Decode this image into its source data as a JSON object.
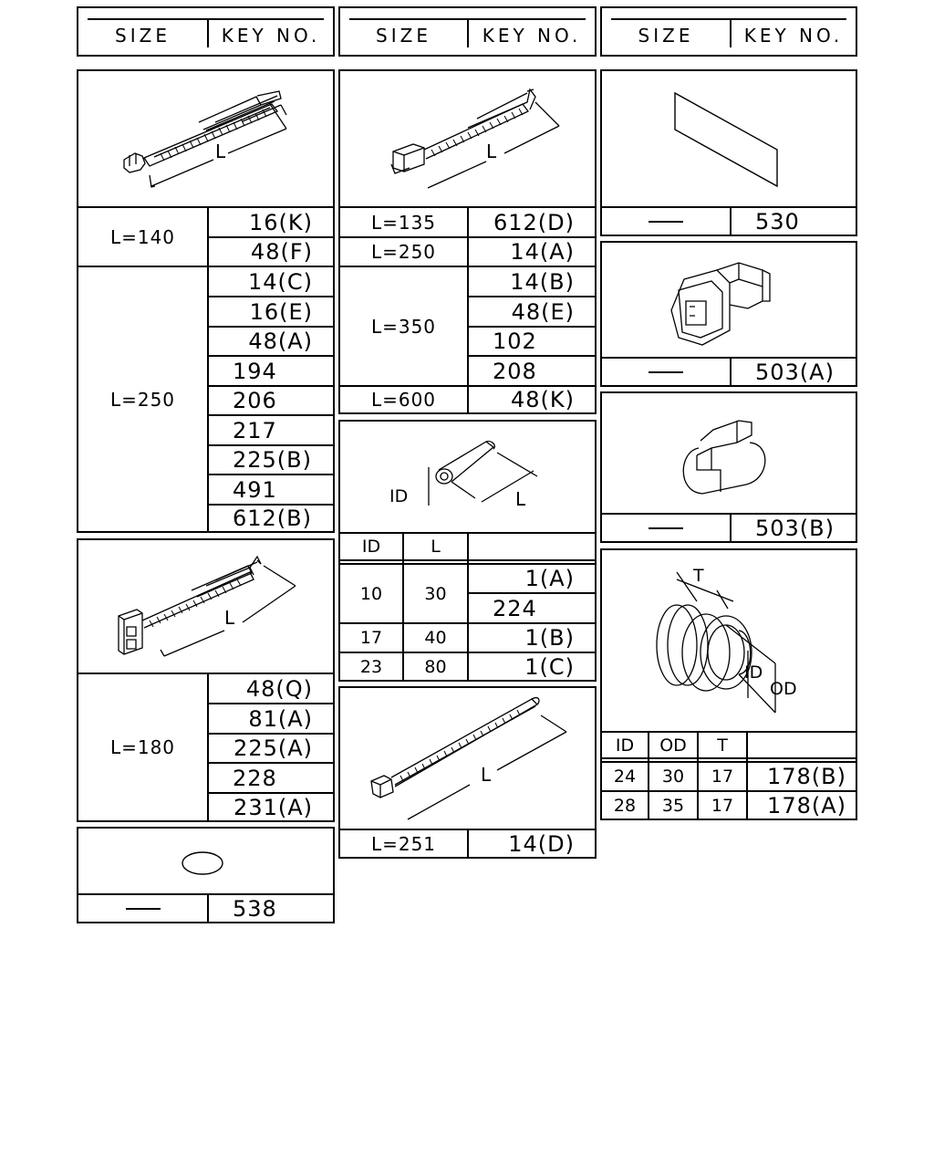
{
  "headers": [
    {
      "size": "SIZE",
      "key": "KEY NO."
    },
    {
      "size": "SIZE",
      "key": "KEY NO."
    },
    {
      "size": "SIZE",
      "key": "KEY NO."
    }
  ],
  "figure_labels": {
    "L": "L",
    "ID": "ID",
    "OD": "OD",
    "T": "T"
  },
  "dash": "—",
  "col1": {
    "tie1": {
      "groups": [
        {
          "size": "L=140",
          "keys": [
            "16(K)",
            "48(F)"
          ]
        },
        {
          "size": "L=250",
          "keys": [
            "14(C)",
            "16(E)",
            "48(A)",
            "194",
            "206",
            "217",
            "225(B)",
            "491",
            "612(B)"
          ]
        }
      ]
    },
    "tie2": {
      "groups": [
        {
          "size": "L=180",
          "keys": [
            "48(Q)",
            "81(A)",
            "225(A)",
            "228",
            "231(A)"
          ]
        }
      ]
    },
    "grommet": {
      "key": "538"
    }
  },
  "col2": {
    "tie3": {
      "groups": [
        {
          "size": "L=135",
          "keys": [
            "612(D)"
          ]
        },
        {
          "size": "L=250",
          "keys": [
            "14(A)"
          ]
        },
        {
          "size": "L=350",
          "keys": [
            "14(B)",
            "48(E)",
            "102",
            "208"
          ]
        },
        {
          "size": "L=600",
          "keys": [
            "48(K)"
          ]
        }
      ]
    },
    "tube": {
      "headers": [
        "ID",
        "L",
        ""
      ],
      "rows": [
        {
          "id": "10",
          "l": "30",
          "keys": [
            "1(A)",
            "224"
          ]
        },
        {
          "id": "17",
          "l": "40",
          "keys": [
            "1(B)"
          ]
        },
        {
          "id": "23",
          "l": "80",
          "keys": [
            "1(C)"
          ]
        }
      ]
    },
    "tie4": {
      "size": "L=251",
      "key": "14(D)"
    }
  },
  "col3": {
    "sheet": {
      "key": "530"
    },
    "connector": {
      "key": "503(A)"
    },
    "cap": {
      "key": "503(B)"
    },
    "grommet": {
      "headers": [
        "ID",
        "OD",
        "T",
        ""
      ],
      "rows": [
        {
          "id": "24",
          "od": "30",
          "t": "17",
          "key": "178(B)"
        },
        {
          "id": "28",
          "od": "35",
          "t": "17",
          "key": "178(A)"
        }
      ]
    }
  }
}
